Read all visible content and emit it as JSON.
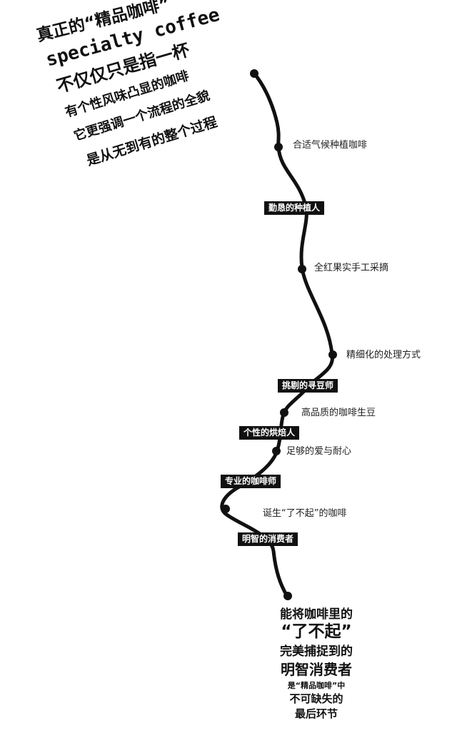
{
  "headline": {
    "line1": "真正的“精品咖啡”",
    "line2": "specialty coffee",
    "line3": "不仅仅只是指一杯",
    "line4": "有个性风味凸显的咖啡",
    "line5": "它更强调一个流程的全貌",
    "line6": "是从无到有的整个过程"
  },
  "steps": {
    "climate": "合适气候种植咖啡",
    "harvest": "全红果实手工采摘",
    "process": "精细化的处理方式",
    "beans": "高品质的咖啡生豆",
    "patience": "足够的爱与耐心",
    "birth": "诞生“了不起”的咖啡"
  },
  "roles": {
    "farmer": "勤恳的种植人",
    "buyer": "挑剔的寻豆师",
    "roaster": "个性的烘焙人",
    "barista": "专业的咖啡师",
    "consumer": "明智的消费者"
  },
  "closing": {
    "line1": "能将咖啡里的",
    "line2": "“了不起”",
    "line3": "完美捕捉到的",
    "line4": "明智消费者",
    "line5": "是“精品咖啡”中",
    "line6": "不可缺失的",
    "line7": "最后环节"
  }
}
